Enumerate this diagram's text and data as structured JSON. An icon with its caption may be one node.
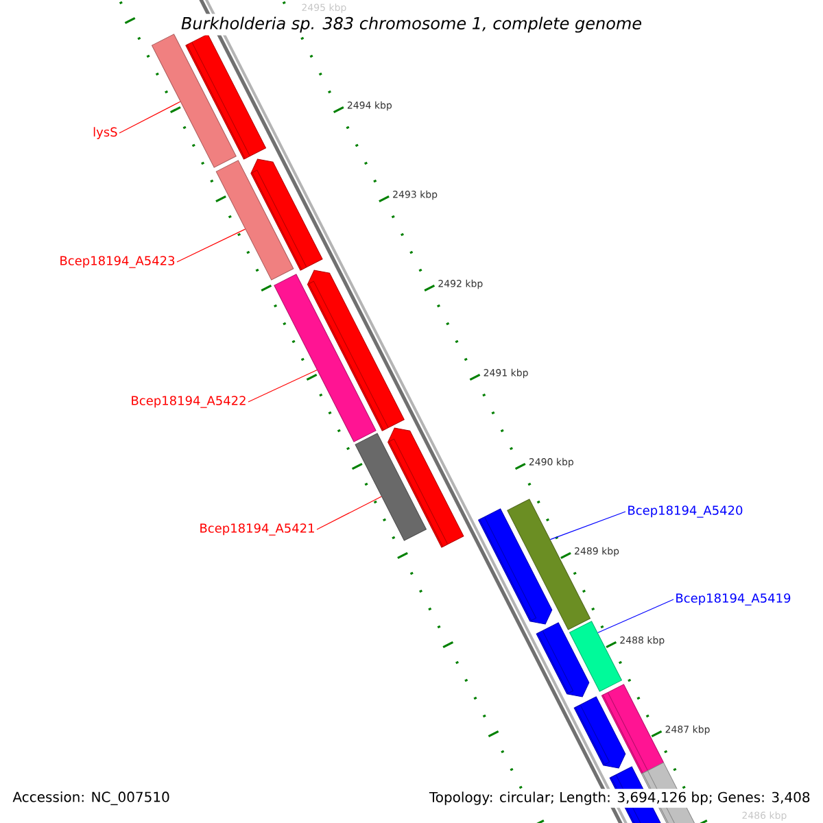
{
  "diagram": {
    "title": "Burkholderia sp. 383 chromosome 1, complete genome",
    "nodes": [
      {
        "text": [
          "lysS"
        ]
      },
      {
        "text": [],
        "shape": "bar"
      },
      {
        "text": [
          "Bcep18194_A5423"
        ]
      },
      {
        "text": [],
        "shape": "bar"
      },
      {
        "text": [
          "Bcep18194_A5422"
        ]
      },
      {
        "text": [],
        "shape": "bar"
      },
      {
        "text": [
          "Bcep18194_A5421"
        ]
      },
      {
        "text": [],
        "shape": "bar"
      },
      {
        "text": [
          "Bcep18194_A5420"
        ]
      },
      {
        "text": [],
        "shape": "bar"
      },
      {
        "text": [
          "Bcep18194_A5419"
        ]
      },
      {
        "text": [],
        "shape": "bar"
      }
    ],
    "edges": [
      {
        "from": 0,
        "to": 1,
        "arrow": "none"
      },
      {
        "from": 2,
        "to": 3,
        "arrow": "none"
      },
      {
        "from": 4,
        "to": 5,
        "arrow": "none"
      },
      {
        "from": 6,
        "to": 7,
        "arrow": "none"
      },
      {
        "from": 8,
        "to": 9,
        "arrow": "none",
        "color": "#0000ff"
      },
      {
        "from": 10,
        "to": 11,
        "arrow": "none",
        "color": "#0000ff"
      }
    ],
    "labels": [
      "2495 kbp",
      "2494 kbp",
      "2493 kbp",
      "2492 kbp",
      "2491 kbp",
      "2490 kbp",
      "2489 kbp",
      "2488 kbp",
      "2487 kbp",
      "2486 kbp",
      "Accession: NC_007510",
      "Topology: circular; Length: 3,694,126 bp; Genes: 3,408"
    ]
  }
}
